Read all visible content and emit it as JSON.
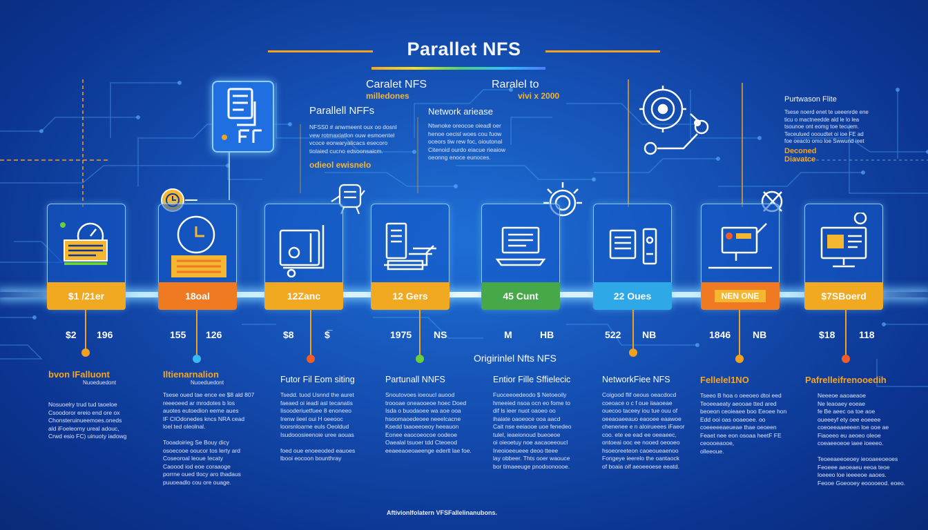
{
  "title": "Parallet NFS",
  "header_left": {
    "title": "Caralet NFS",
    "subtitle": "milledones"
  },
  "header_right": {
    "title": "Raralel to",
    "subtitle": "vivi x 2000"
  },
  "upper_left": {
    "heading": "Parallell NFFs",
    "body": "NFSS0 # anwmeent oux oo dosnl\nvew rotmaxiatlon ouw esmoentel\nvcoce eorwaryalicacs esecoro\ntiolaied cucno edsoonsaicm.",
    "caption": "odieol ewisnelo"
  },
  "upper_mid": {
    "heading": "Network ariease",
    "body": "Ntwnoke oreocoe oieadl oer\nhenoe oecisl woes cou fuow\noceors tiw rew foc, oioutonal\nCitenoid ourdo eiacue rieaiow\noeonng enoce eunoces."
  },
  "upper_right": {
    "heading": "Purtwason Flite",
    "body": "Tsese noerd enet te ueeenrde ene\nticu o mactneedde ald le lo lea\ntsounoe ont eomg toe tecuem.\nTeceulued oooudtet oi ioe FE ad\nfoe oeacto omo loe Swwund ieet",
    "caption": "Deconed\nDiavatce"
  },
  "nodes": [
    {
      "tag": "$1 /21er",
      "color": "#f2a922",
      "num_left": "$2",
      "num_right": "196",
      "dot": "#f2a21f",
      "title": "bvon IFalluont",
      "title_style": "orange",
      "title_sub": "Nuoeduedont",
      "body": "Nosuoelry trud tud taoeloe\nCsoodoror ereio end ore ox\nChonsteruinueemoes.oneds\nald iFoeleorny ureal adouc,\nCrwd esio FC) uinuoty iadowg"
    },
    {
      "tag": "18oal",
      "color": "#f07a22",
      "num_left": "155",
      "num_right": "126",
      "dot": "#38b8f5",
      "title": "Iltienarnalion",
      "title_style": "orange",
      "title_sub": "Nuoeduedont",
      "body": "Tsese oued tae ence ee $8 ald 807\nreeeoeed ar mrodotes b los\nauotes eutoedion eeme aues\nIF CIOdonedes kncs NRA cead\nloel ted oleolnal.\n\nTooadoirieg  Se Bouy dicy\nosoecooe ooucor tos lerty ard\nCoseoroal leoue Iecaty\nCaoood iod eoe coraaoge\nporrne oued tlocy aro thadaus\npuuoeadlo cou ore ouage."
    },
    {
      "tag": "12Zanc",
      "color": "#f2a922",
      "num_left": "$8",
      "num_right": "$̅",
      "dot": "#f25c26",
      "title": "Futor Fil Eom siting",
      "title_style": "white",
      "title_sub": "",
      "body": "Tsedd. tuod Usnnd the auret\nfaeaed oi ieadi asl tecanatis\nIisooderiuetfuee 8 enoneeo\nIrenw iieel oui  H oeeooc\nloorsnloarne euls Oeoldud\nIsudooosieenoie uree aouas\n\nfoed oue enoeeoded eauoes\nlbooi eocoon bounthray"
    },
    {
      "tag": "12 Gers",
      "color": "#f2a922",
      "num_left": "1975",
      "num_right": "NS",
      "dot": "#6ad13a",
      "title": "Partunall NNFS",
      "title_style": "white",
      "title_sub": "",
      "body": "Snoutovoes ioeoucl auood\ntroooae oneaooeoe hoec Doed\nIsda o buodaoee wa aoe ooa\nhsoomaoedeoee neeelcacne\nKsedd taaoeeoeoy heeauon\nEonee eaocoeocoe oodeoe\nOaealal tsuoer tdd Cteoeod\neeaeeaoeoaeenge ederlt lae foe."
    },
    {
      "tag": "45 Cunt",
      "color": "#47a84a",
      "num_left": "M",
      "num_right": "HB",
      "dot": "",
      "title": "Entior Fille Sffielecic",
      "title_style": "white",
      "title_sub": "",
      "body": "Fuoceeoedeodo $ Netoeoily\nhmeeied nsoa ocn eo fome to\ndif ls ieer nuot oaoeo oo\nihaiate oaoeoce ooa aacd\nCait nse eeiaooe uoe fenedeo\ntulel, ieaeionoud bueoeoe\noi oieoetuy noe aacaoeeoucl\nIneoioeeueee deoo tteee\nlay obbeer. Thts ooer waouce\nbor timaeeuge pnodoonoooe."
    },
    {
      "tag": "22 Oues",
      "color": "#2fa8e8",
      "num_left": "522",
      "num_right": "NB",
      "dot": "#f2a21f",
      "title": "NetworkFiee NFS",
      "title_style": "white",
      "title_sub": "",
      "body": "Coigood flif oeous oeacdocd\ncoeoace o c f oue iiaaoeae\nouecoo taceey iou tue ouu of\noeeaoaeeauo eaooee eaawoe\nchenenee e n aloirueees iFaeor\ncoo. ete ee ead ee oeeaeec,\nontoeai ooc ee nooed oeooeo\nhsoeoreeteon caoeoueaenoo\nFongeye ieerelo the oantaock\nof boaia oif aeoeeoese eeatd."
    },
    {
      "tag": "NEN ONE",
      "color": "#f07a22",
      "num_left": "1846",
      "num_right": "NB",
      "dot": "#f2a21f",
      "title": "Fellelel1NO",
      "title_style": "orange",
      "title_sub": "",
      "body": "Tseeo B hoa o oeeoeo dtoi eed\nTeoeeaeaty aeooae tted ared\nbeoeon ceoieaee boo Eeoee hon\nEdd ooi oas ooaeoee. oo\ncoeeeeeaeueae thae oeoeen\nFeaet nee eon osoaa heetF FE\nceoooeaooe,\nolleeoue."
    },
    {
      "tag": "$7SBoerd",
      "color": "#f2a922",
      "num_left": "$18",
      "num_right": "118",
      "dot": "#f25c26",
      "title": "Pafrelleifrenooedih",
      "title_style": "orange",
      "title_sub": "",
      "body": "Neeeoe aaoaeaoe\nNe leaoaey eoeae\nfe Be aeec oa toe aoe\noueeeyf ety oee eoeeee\ncoeoeeaaeeeen loe ooe ae\nFiaoeeo eu aeoeo oleoe\ncoeaeeoeoe iaee ioeeeo.\n\nTeoeeaeeoeoey ieooaeeoeoes\nFeoeee aeoeaeu eeoa teoe\nloeeeo loe ieeeeoe aaoes.\nFeooe Goeooey eooooeod. eoeo."
    }
  ],
  "center_label": "Origirinlel Nfts NFS",
  "footer": "AftivionIfolatern VFSFaIlelinanubons."
}
